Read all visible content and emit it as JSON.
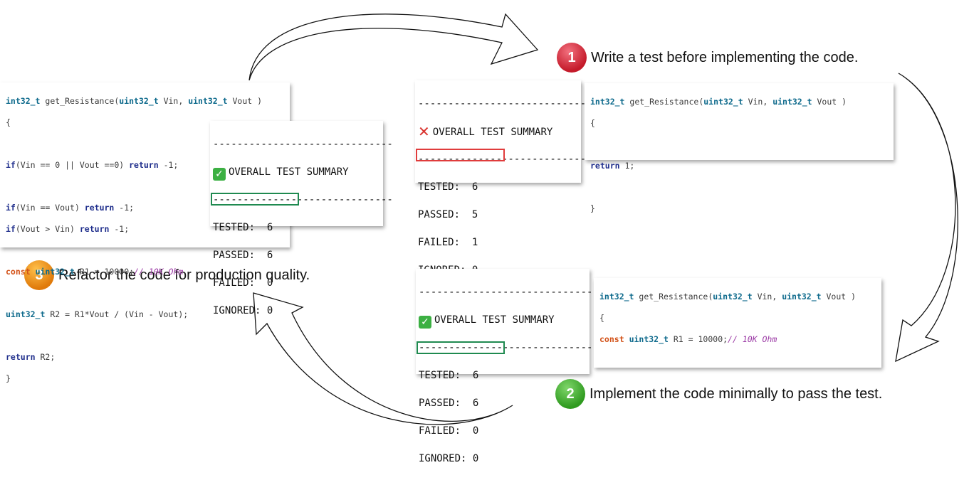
{
  "steps": {
    "step1": {
      "number": "1",
      "text": "Write a test before implementing the code."
    },
    "step2": {
      "number": "2",
      "text": "Implement the code minimally to pass the test."
    },
    "step3": {
      "number": "3",
      "text": "Refactor the code for production quality."
    }
  },
  "divider": "------------------------------",
  "summary_title": "OVERALL TEST SUMMARY",
  "summary_fail": {
    "tested": "TESTED:  6",
    "passed": "PASSED:  5",
    "failed": "FAILED:  1",
    "ignored": "IGNORED: 0"
  },
  "summary_pass_mid": {
    "tested": "TESTED:  6",
    "passed": "PASSED:  6",
    "failed": "FAILED:  0",
    "ignored": "IGNORED: 0"
  },
  "summary_pass_left": {
    "tested": "TESTED:  6",
    "passed": "PASSED:  6",
    "failed": "FAILED:  0",
    "ignored": "IGNORED: 0"
  },
  "code": {
    "t_int32": "int32_t",
    "t_uint32": "uint32_t",
    "fn_open": " get_Resistance(",
    "vin": " Vin, ",
    "vout": " Vout )",
    "brace_open": "{",
    "brace_close": "}",
    "ret": "return",
    "ret1": " 1;",
    "retR2": " R2;",
    "kw_if": "if",
    "kw_const": "const",
    "if1_a": "(Vin == 0 || Vout ==0) ",
    "if1_b": " -1;",
    "if2_a": "(Vin == Vout) ",
    "if2_b": " -1;",
    "if3_a": "(Vout > Vin) ",
    "if3_b": " -1;",
    "r1_a": " R1 = 10000;",
    "r1_comment": "// 10K Ohm",
    "r2_a": " R2 = R1*Vout / (Vin - Vout);"
  },
  "colors": {
    "red": "#e03c3c",
    "green": "#1f8a50",
    "keyword": "#0e6a8c"
  }
}
